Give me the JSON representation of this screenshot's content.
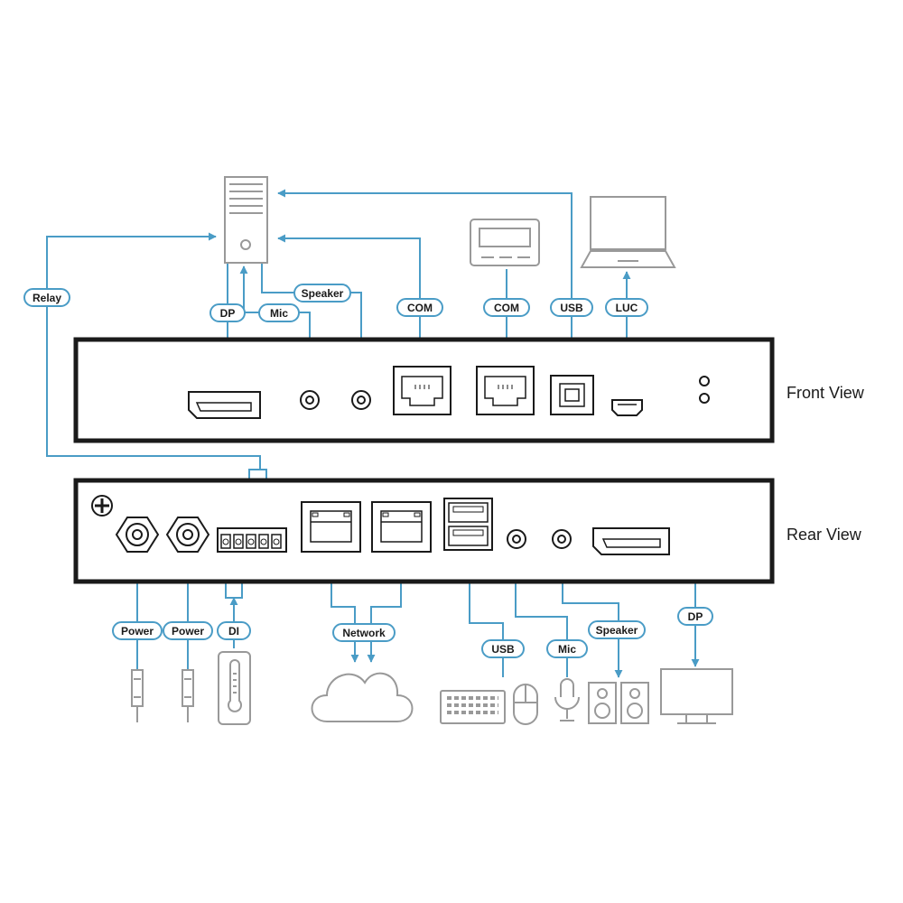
{
  "views": {
    "front": "Front View",
    "rear": "Rear View"
  },
  "labels": {
    "relay": "Relay",
    "front_dp": "DP",
    "front_mic": "Mic",
    "front_speaker": "Speaker",
    "front_com1": "COM",
    "front_com2": "COM",
    "front_usb": "USB",
    "front_luc": "LUC",
    "rear_power1": "Power",
    "rear_power2": "Power",
    "rear_di": "DI",
    "rear_network": "Network",
    "rear_usb": "USB",
    "rear_mic": "Mic",
    "rear_speaker": "Speaker",
    "rear_dp": "DP"
  },
  "colors": {
    "connection": "#4a9cc6",
    "device": "#999999",
    "chassis": "#1a1a1a"
  }
}
